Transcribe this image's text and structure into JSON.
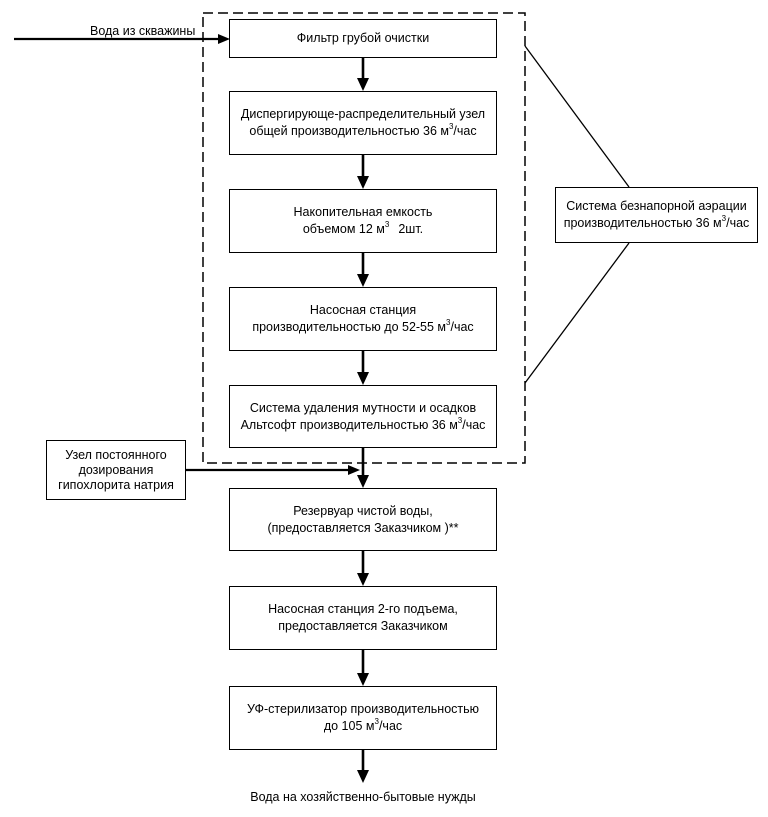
{
  "input_label": "Вода из скважины",
  "output_label": "Вода на хозяйственно-бытовые нужды",
  "aeration_system": {
    "line1": "Система безнапорной аэрации",
    "line2_pre": "производительностью 36 м",
    "line2_sup": "3",
    "line2_post": "/час"
  },
  "dosing_unit": {
    "line1": "Узел постоянного",
    "line2": "дозирования",
    "line3": "гипохлорита натрия"
  },
  "steps": {
    "coarse_filter": {
      "line1": "Фильтр грубой очистки"
    },
    "dispersing_unit": {
      "line1": "Диспергирующе-распределительный узел",
      "line2_pre": "общей производительностью 36 м",
      "line2_sup": "3",
      "line2_post": "/час"
    },
    "storage_tank": {
      "line1": "Накопительная емкость",
      "line2_pre": "объемом 12 м",
      "line2_sup": "3",
      "line2_post": "2шт."
    },
    "pump_station": {
      "line1": "Насосная станция",
      "line2_pre": "производительностью до 52-55 м",
      "line2_sup": "3",
      "line2_post": "/час"
    },
    "turbidity_removal": {
      "line1": "Система удаления мутности и осадков",
      "line2_pre": "Альтсофт производительностью 36 м",
      "line2_sup": "3",
      "line2_post": "/час"
    },
    "clean_water_tank": {
      "line1": "Резервуар чистой воды,",
      "line2": "(предоставляется Заказчиком )**"
    },
    "second_lift_pump": {
      "line1": "Насосная станция 2-го подъема,",
      "line2": "предоставляется Заказчиком"
    },
    "uv_sterilizer": {
      "line1": "УФ-стерилизатор производительностью",
      "line2_pre": "до 105 м",
      "line2_sup": "3",
      "line2_post": "/час"
    }
  }
}
